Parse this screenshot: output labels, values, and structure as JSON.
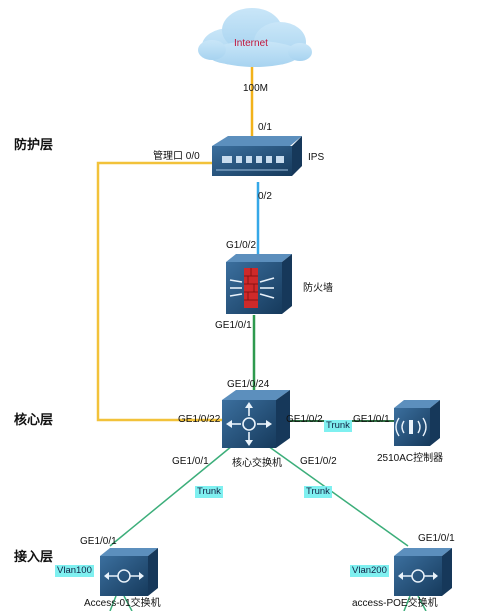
{
  "layers": {
    "protection": "防护层",
    "core": "核心层",
    "access": "接入层"
  },
  "cloud": {
    "label": "Internet"
  },
  "links": {
    "wan_speed": "100M",
    "ips_in_port": "0/1",
    "ips_mgmt_port": "管理口 0/0",
    "ips_out_port": "0/2",
    "fw_in_port": "G1/0/2",
    "fw_out_port": "GE1/0/1",
    "core_up_port": "GE1/0/24",
    "core_mgmt_port": "GE1/0/22",
    "core_ac_port": "GE1/0/2",
    "ac_port": "GE1/0/1",
    "core_left_port": "GE1/0/1",
    "core_right_port": "GE1/0/2",
    "acc1_port": "GE1/0/1",
    "acc2_port": "GE1/0/1"
  },
  "tags": {
    "trunk_ac": "Trunk",
    "trunk_left": "Trunk",
    "trunk_right": "Trunk",
    "vlan_left": "Vlan100",
    "vlan_right": "Vlan200"
  },
  "devices": {
    "ips": "IPS",
    "firewall": "防火墙",
    "core_switch": "核心交换机",
    "ac_controller": "2510AC控制器",
    "access1": "Access-01交换机",
    "access2": "access-POE交换机"
  },
  "icons": [
    "cloud-icon",
    "ips-appliance-icon",
    "firewall-icon",
    "core-switch-icon",
    "ac-controller-icon",
    "access-switch-icon"
  ],
  "colors": {
    "wan_link": "#f2b21a",
    "mgmt_link": "#f2c23a",
    "ips_fw_link": "#35a8e8",
    "fw_core_link": "#2e9a4e",
    "access_link": "#3cae7a",
    "tag_bg": "#7ff0f0",
    "cloud_label": "#c0133a"
  }
}
